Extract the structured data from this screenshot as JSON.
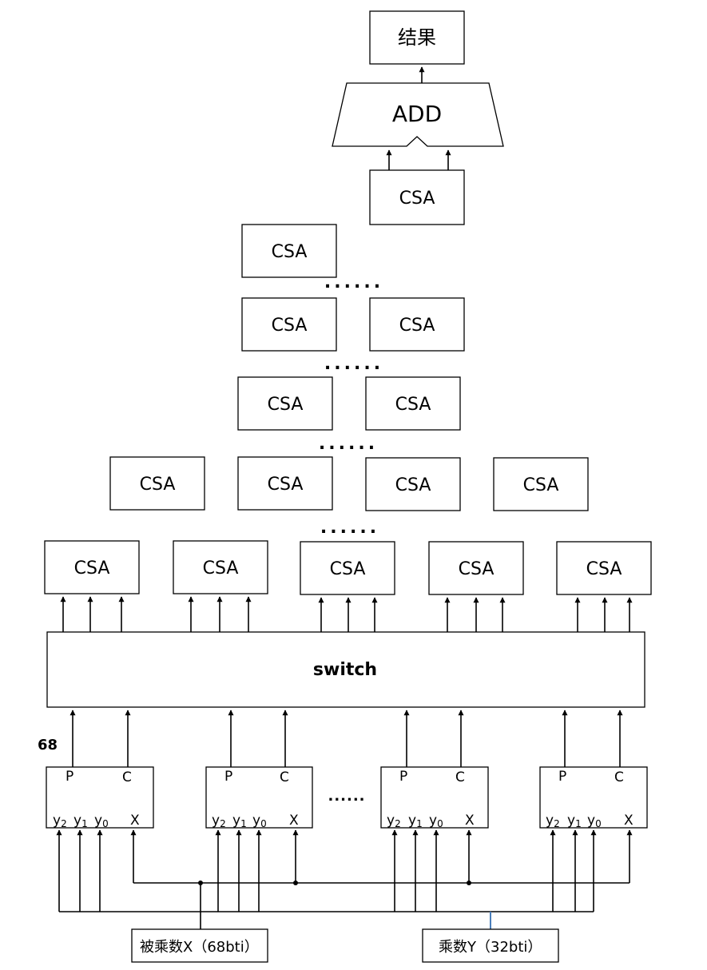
{
  "result_label": "结果",
  "adder_label": "ADD",
  "csa_label": "CSA",
  "switch_label": "switch",
  "bit_width_label": "68",
  "booth_ports": {
    "p": "P",
    "c": "C",
    "y2": "y2",
    "y1": "y1",
    "y0": "y0",
    "x": "X"
  },
  "ellipsis_rows": "......",
  "ellipsis_booth": "......",
  "input_x_label": "被乘数X（68bti）",
  "input_y_label": "乘数Y（32bti）",
  "colors": {
    "line": "#000000",
    "y_bus_tap": "#4a7ebb",
    "box_fill": "#ffffff"
  }
}
